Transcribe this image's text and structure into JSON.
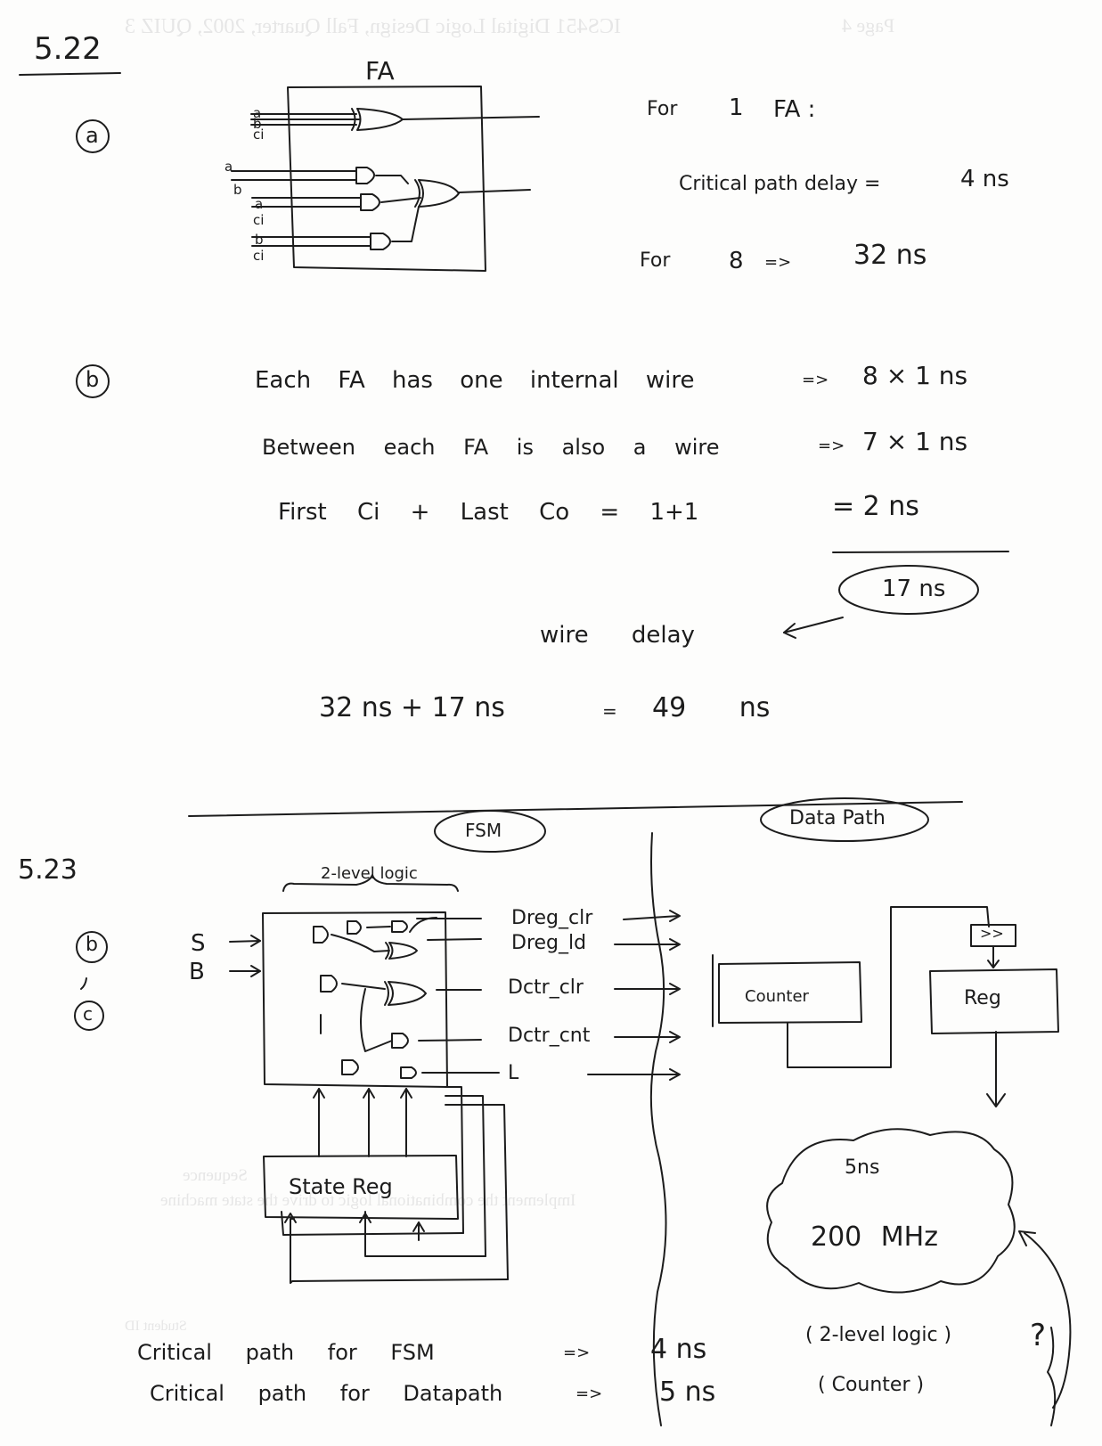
{
  "bleed_through": {
    "header": "ICS451 Digital Logic Design, Fall Quarter, 2002, QUIZ 3",
    "page": "Page 4",
    "line_a": "Implement the combinational logic to drive the state machine",
    "line_b": "Sequence",
    "line_c": "Student ID"
  },
  "problem_522": {
    "number": "5.22",
    "part_a": {
      "circle_label": "a",
      "fa_title": "FA",
      "inputs_top": [
        "a",
        "b",
        "ci"
      ],
      "inputs_mid": [
        "a",
        "b",
        "a",
        "ci",
        "b",
        "ci"
      ],
      "line1_for": "For",
      "line1_num": "1",
      "line1_fa": "FA :",
      "line2_label": "Critical path delay =",
      "line2_value": "4 ns",
      "line3_for": "For",
      "line3_num": "8",
      "line3_arrow": "=>",
      "line3_value": "32 ns"
    },
    "part_b": {
      "circle_label": "b",
      "row1_text": "Each FA has one internal wire",
      "row1_arrow": "=>",
      "row1_value": "8 × 1 ns",
      "row2_text": "Between each FA is also a wire",
      "row2_arrow": "=>",
      "row2_value": "7 × 1 ns",
      "row3_text": "First Ci + Last Co = 1+1",
      "row3_value": "= 2 ns",
      "total": "17 ns",
      "wire_delay": "wire delay",
      "sum_expr": "32 ns + 17 ns",
      "sum_eq": "=",
      "sum_result": "49 ns"
    }
  },
  "problem_523": {
    "number": "5.23",
    "circle_b": "b",
    "circle_c": "c",
    "fsm_label": "FSM",
    "datapath_label": "Data Path",
    "two_level": "2-level logic",
    "inputs": [
      "S",
      "B"
    ],
    "outputs": [
      "Dreg_clr",
      "Dreg_ld",
      "Dctr_clr",
      "Dctr_cnt",
      "L"
    ],
    "state_reg": "State Reg",
    "counter": "Counter",
    "reg": "Reg",
    "shift": ">>",
    "cloud_delay": "5ns",
    "cloud_freq": "200 MHz",
    "crit_fsm_label": "Critical path for FSM",
    "crit_fsm_arrow": "=>",
    "crit_fsm_value": "4 ns",
    "crit_dp_label": "Critical path for Datapath",
    "crit_dp_arrow": "=>",
    "crit_dp_value": "5 ns",
    "note1": "( 2-level logic )",
    "note2": "( Counter )",
    "qmark": "?"
  }
}
